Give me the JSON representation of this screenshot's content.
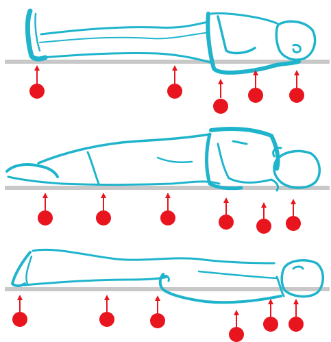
{
  "colors": {
    "figure_outline": "#1fb4cc",
    "mattress": "#c8c8c8",
    "pressure_marker": "#e8141e"
  },
  "panels": [
    {
      "posture": "supine",
      "pressure_point_count": 5
    },
    {
      "posture": "side-lying",
      "pressure_point_count": 6
    },
    {
      "posture": "supine",
      "pressure_point_count": 6
    }
  ]
}
